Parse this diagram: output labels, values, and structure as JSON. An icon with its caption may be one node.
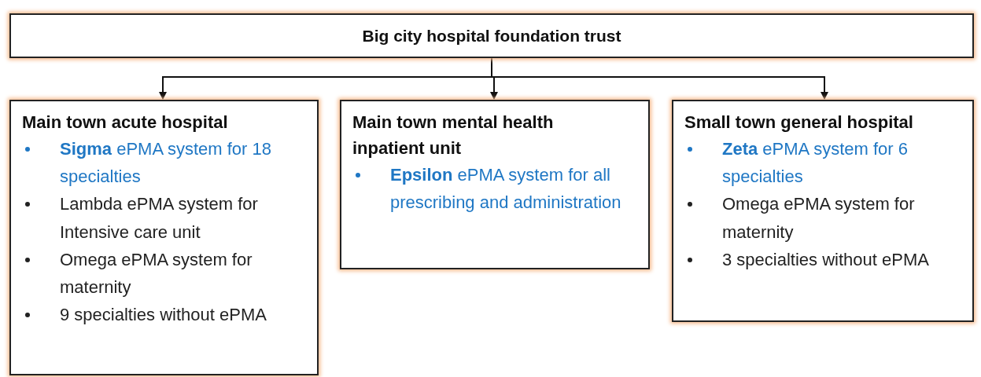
{
  "diagram": {
    "nodes": [
      {
        "text": [
          "Big city hospital foundation trust"
        ]
      },
      {
        "text": [
          "Main town acute hospital",
          "**Sigma** ePMA system for 18 specialties",
          "Lambda ePMA system for Intensive care unit",
          "Omega ePMA system for maternity",
          "9 specialties without ePMA"
        ]
      },
      {
        "text": [
          "Main town mental health inpatient unit",
          "**Epsilon** ePMA system for all prescribing and administration"
        ]
      },
      {
        "text": [
          "Small town general hospital",
          "**Zeta** ePMA system for 6 specialties",
          "Omega ePMA system for maternity",
          "3 specialties without ePMA"
        ]
      }
    ],
    "edges": [
      {
        "from": 0,
        "to": 1,
        "arrow": "to"
      },
      {
        "from": 0,
        "to": 2,
        "arrow": "to"
      },
      {
        "from": 0,
        "to": 3,
        "arrow": "to"
      }
    ]
  }
}
